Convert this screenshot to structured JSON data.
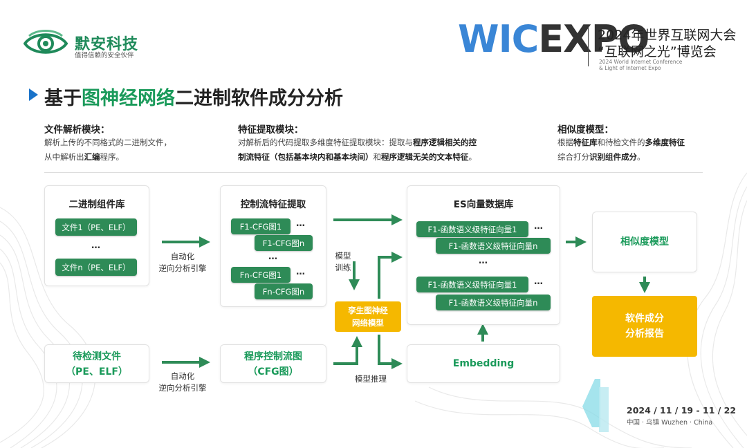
{
  "header": {
    "company_name": "默安科技",
    "company_tagline": "值得信赖的安全伙伴",
    "expo_logo_w": "WIC",
    "expo_logo_e": "EXPO",
    "expo_cn_line1": "2024年世界互联网大会",
    "expo_cn_line2": "“互联网之光”博览会",
    "expo_en_line1": "2024 World Internet Conference",
    "expo_en_line2": "& Light of Internet Expo"
  },
  "title": {
    "prefix": "基于",
    "highlight": "图神经网络",
    "suffix": "二进制软件成分分析"
  },
  "modules": {
    "parse": {
      "heading": "文件解析模块：",
      "line1": "解析上传的不同格式的二进制文件，",
      "line2_a": "从中解析出",
      "line2_b": "汇编",
      "line2_c": "程序。"
    },
    "feature": {
      "heading": "特征提取模块：",
      "line1_a": "对解析后的代码提取多维度特征提取模块：提取与",
      "line1_b": "程序逻辑相关的控",
      "line2_a": "制流特征（包括基本块内和基本块间）",
      "line2_b": "和",
      "line2_c": "程序逻辑无关的文本特征",
      "line2_d": "。"
    },
    "similarity": {
      "heading": "相似度模型：",
      "line1_a": "根据",
      "line1_b": "特征库",
      "line1_c": "和待检文件的",
      "line1_d": "多维度特征",
      "line2_a": "综合打分",
      "line2_b": "识别组件成分",
      "line2_c": "。"
    }
  },
  "diagram": {
    "binlib": {
      "title": "二进制组件库",
      "item1": "文件1（PE、ELF）",
      "dots": "…",
      "itemn": "文件n（PE、ELF）"
    },
    "engine_label_top": {
      "line1": "自动化",
      "line2": "逆向分析引擎"
    },
    "engine_label_bottom": {
      "line1": "自动化",
      "line2": "逆向分析引擎"
    },
    "cfg_extract": {
      "title": "控制流特征提取",
      "f1_cfg1": "F1-CFG图1",
      "f1_cfgn": "F1-CFG图n",
      "fn_cfg1": "Fn-CFG图1",
      "fn_cfgn": "Fn-CFG图n",
      "dots": "…"
    },
    "train_label": {
      "line1": "模型",
      "line2": "训练"
    },
    "gnn_model": {
      "line1": "孪生图神经",
      "line2": "网络模型"
    },
    "infer_label": "模型推理",
    "es_db": {
      "title": "ES向量数据库",
      "vec1": "F1-函数语义级特征向量1",
      "vecn": "F1-函数语义级特征向量n",
      "dots": "…"
    },
    "embedding": "Embedding",
    "similarity_model": "相似度模型",
    "report": {
      "line1": "软件成分",
      "line2": "分析报告"
    },
    "target_file": {
      "line1": "待检测文件",
      "line2": "（PE、ELF）"
    },
    "program_cfg": {
      "line1": "程序控制流图",
      "line2": "（CFG图）"
    }
  },
  "footer": {
    "date": "2024 / 11 / 19 - 11 / 22",
    "location": "中国 · 乌镇       Wuzhen · China"
  },
  "colors": {
    "green": "#2e8b57",
    "title_green": "#1a9a5a",
    "orange": "#f5b800",
    "blue": "#1a73c9"
  }
}
